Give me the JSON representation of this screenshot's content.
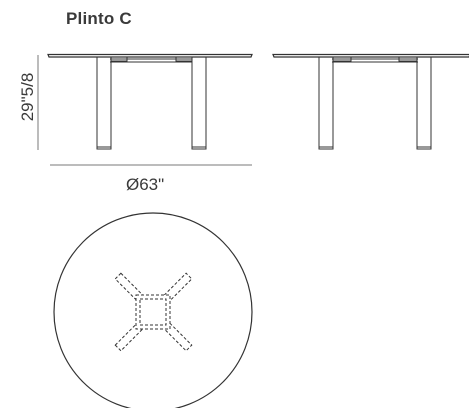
{
  "title": "Plinto C",
  "dimensions": {
    "height": "29\"5/8",
    "diameter": "Ø63\""
  },
  "views": [
    {
      "name": "front-elevation"
    },
    {
      "name": "side-elevation"
    },
    {
      "name": "top-plan"
    }
  ],
  "colors": {
    "line": "#333333",
    "dimension_line": "#7a7a7a",
    "text": "#3a3a3a"
  }
}
